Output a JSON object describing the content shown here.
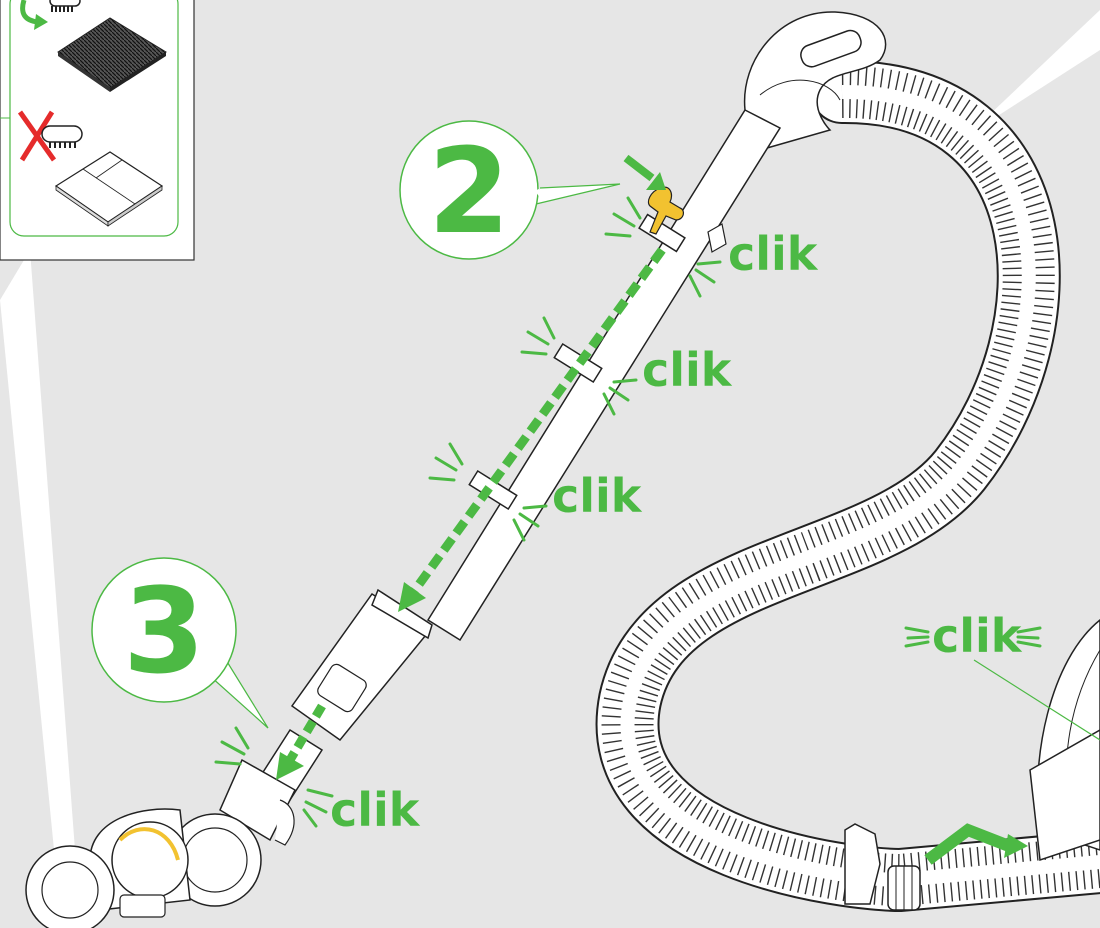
{
  "steps": {
    "step2": "2",
    "step3": "3"
  },
  "click_labels": {
    "top": "clik",
    "mid": "clik",
    "lower": "clik",
    "nozzle": "clik",
    "body": "clik"
  },
  "colors": {
    "accent": "#4cb944",
    "background": "#e6e6e6",
    "cross": "#e52b2b",
    "latch": "#f2c230"
  },
  "inset": {
    "icons": [
      "rotate-arrow-icon",
      "brush-head-icon",
      "hard-floor-brush-icon",
      "carpet-icon",
      "cross-icon",
      "plain-floor-icon"
    ]
  }
}
